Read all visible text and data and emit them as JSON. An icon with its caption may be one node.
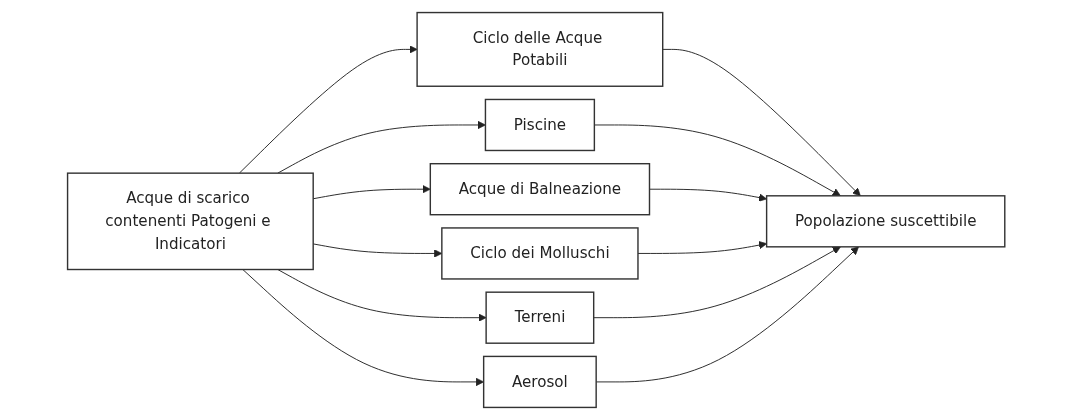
{
  "diagram": {
    "nodes": [
      {
        "text": [
          "Acque di scarico contenenti Patogeni e Indicatori"
        ]
      },
      {
        "text": [
          "Ciclo delle Acque Potabili"
        ]
      },
      {
        "text": [
          "Piscine"
        ]
      },
      {
        "text": [
          "Acque di Balneazione"
        ]
      },
      {
        "text": [
          "Ciclo dei Molluschi"
        ]
      },
      {
        "text": [
          "Terreni"
        ]
      },
      {
        "text": [
          "Aerosol"
        ]
      },
      {
        "text": [
          "Popolazione suscettibile"
        ]
      }
    ],
    "edges": [
      {
        "from": 0,
        "to": 1,
        "arrow": "to"
      },
      {
        "from": 0,
        "to": 2,
        "arrow": "to"
      },
      {
        "from": 0,
        "to": 3,
        "arrow": "to"
      },
      {
        "from": 0,
        "to": 4,
        "arrow": "to"
      },
      {
        "from": 0,
        "to": 5,
        "arrow": "to"
      },
      {
        "from": 0,
        "to": 6,
        "arrow": "to"
      },
      {
        "from": 1,
        "to": 7,
        "arrow": "to"
      },
      {
        "from": 2,
        "to": 7,
        "arrow": "to"
      },
      {
        "from": 3,
        "to": 7,
        "arrow": "to"
      },
      {
        "from": 4,
        "to": 7,
        "arrow": "to"
      },
      {
        "from": 5,
        "to": 7,
        "arrow": "to"
      },
      {
        "from": 6,
        "to": 7,
        "arrow": "to"
      }
    ]
  }
}
